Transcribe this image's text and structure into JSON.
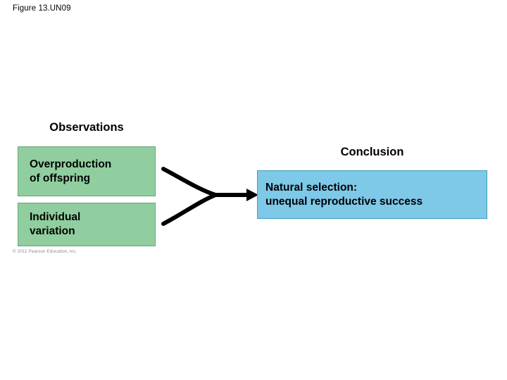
{
  "slide": {
    "figure_label": "Figure 13.UN09",
    "background_color": "#ffffff"
  },
  "diagram": {
    "type": "flow-diagram",
    "title": "Figure 13.UN09",
    "observations": {
      "heading": "Observations",
      "box_fill_color": "#90ce9f",
      "box_border_color": "#66a57a",
      "boxes": [
        {
          "label": "Overproduction\nof offspring"
        },
        {
          "label": "Individual\nvariation"
        }
      ]
    },
    "connector": {
      "icon": "converging-arrow",
      "direction": "left-to-right",
      "branches": 2,
      "color": "#000000"
    },
    "conclusion": {
      "heading": "Conclusion",
      "box_fill_color": "#7ec8e8",
      "box_border_color": "#3f9ec6",
      "boxes": [
        {
          "label": "Natural selection:\nunequal reproductive success"
        }
      ]
    }
  },
  "credit": {
    "text": "© 2011 Pearson Education, Inc."
  }
}
